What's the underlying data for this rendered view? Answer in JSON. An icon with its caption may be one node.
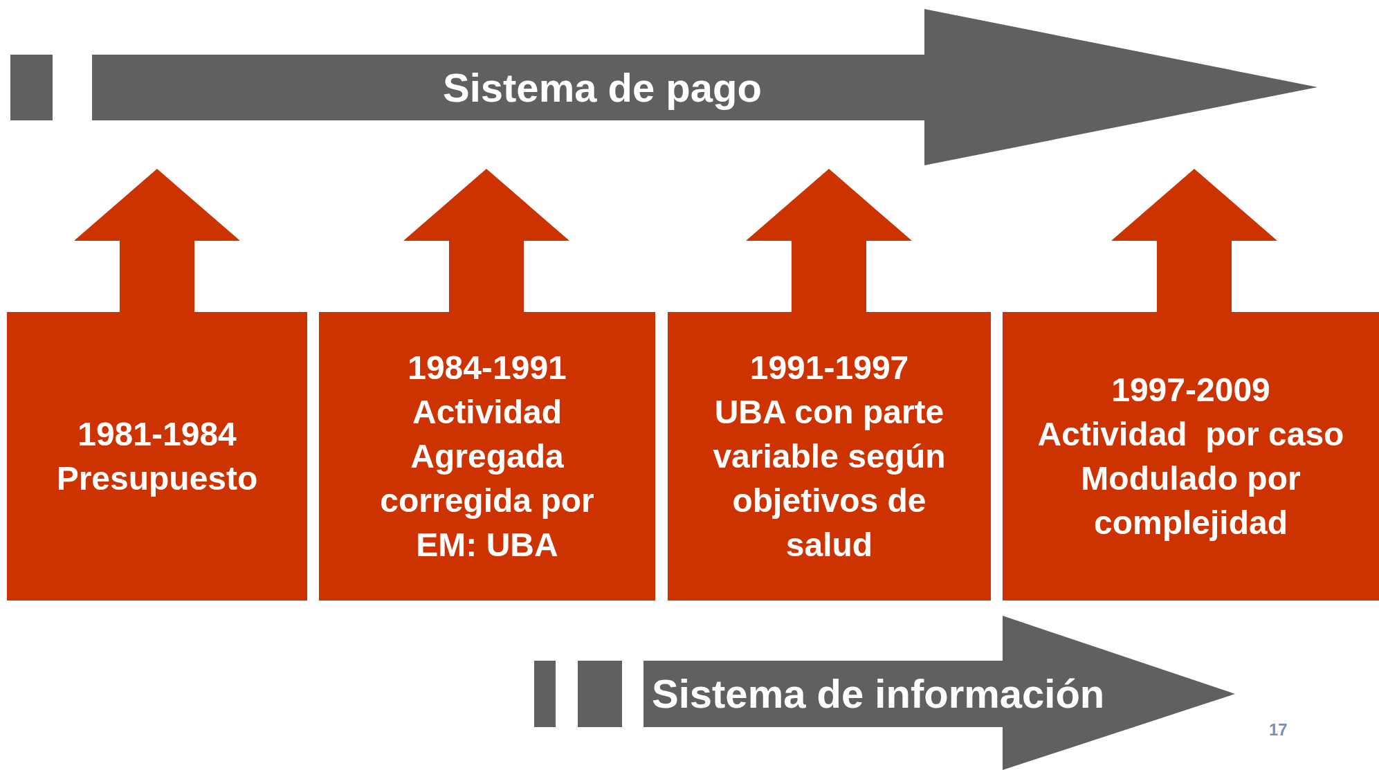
{
  "diagram": {
    "nodes": [
      {
        "text": [
          "Sistema de pago"
        ]
      },
      {
        "text": [
          "1981-1984",
          "Presupuesto"
        ]
      },
      {
        "text": [
          "1984-1991",
          "Actividad Agregada corregida por EM: UBA"
        ]
      },
      {
        "text": [
          "1991-1997",
          "UBA con parte variable según objetivos de salud"
        ]
      },
      {
        "text": [
          "1997-2009",
          "Actividad  por caso Modulado por complejidad"
        ]
      },
      {
        "text": [
          "Sistema de información"
        ]
      }
    ],
    "edges": [
      {
        "from": 1,
        "to": 0,
        "arrow": "to"
      },
      {
        "from": 2,
        "to": 0,
        "arrow": "to"
      },
      {
        "from": 3,
        "to": 0,
        "arrow": "to"
      },
      {
        "from": 4,
        "to": 0,
        "arrow": "to"
      }
    ],
    "labels": [
      "17"
    ]
  }
}
